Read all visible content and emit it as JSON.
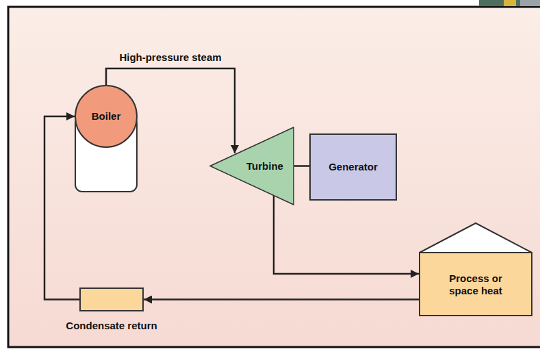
{
  "diagram": {
    "nodes": [
      {
        "text": [
          "Boiler"
        ]
      },
      {
        "text": [
          "Turbine"
        ]
      },
      {
        "text": [
          "Generator"
        ]
      },
      {
        "text": [
          "Process or space heat"
        ]
      },
      {
        "text": [
          "Condensate return"
        ]
      }
    ],
    "edges": [
      {
        "from": 0,
        "to": 1,
        "arrow": "to",
        "label": "High-pressure steam"
      },
      {
        "from": 1,
        "to": 2,
        "arrow": "none"
      },
      {
        "from": 1,
        "to": 3,
        "arrow": "to"
      },
      {
        "from": 3,
        "to": 4,
        "arrow": "to"
      },
      {
        "from": 4,
        "to": 0,
        "arrow": "to"
      }
    ]
  }
}
